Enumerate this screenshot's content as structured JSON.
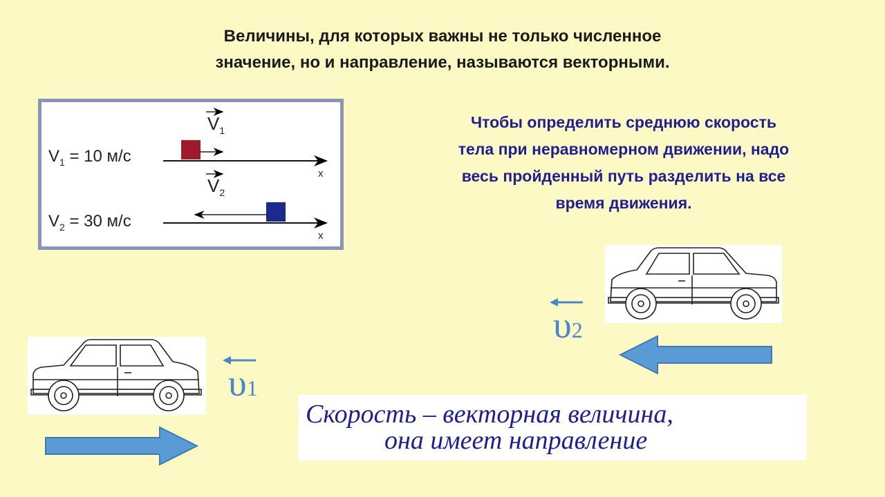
{
  "slide": {
    "title_line1": "Величины, для которых важны не только численное",
    "title_line2": "значение, но и направление, называются векторными.",
    "note_line1": "Чтобы определить среднюю скорость",
    "note_line2": "тела при неравномерном движении, надо",
    "note_line3": "весь пройденный путь разделить на все",
    "note_line4": "время движения.",
    "statement_line1": "Скорость – векторная величина,",
    "statement_line2": "она имеет направление"
  },
  "diagram": {
    "row1": {
      "label_main": "V",
      "label_sub": "1",
      "label_value": " = 10 м/с",
      "vector_main": "V",
      "vector_sub": "1",
      "axis": "x",
      "block_color": "#a01a2e"
    },
    "row2": {
      "label_main": "V",
      "label_sub": "2",
      "label_value": " = 30 м/с",
      "vector_main": "V",
      "vector_sub": "2",
      "axis": "x",
      "block_color": "#1a2a8f"
    }
  },
  "velocity_labels": {
    "v1": {
      "symbol": "υ",
      "sub": "1"
    },
    "v2": {
      "symbol": "υ",
      "sub": "2"
    }
  },
  "colors": {
    "accent_blue": "#4a86c8",
    "text_blue": "#1f1f8f",
    "background": "#fcf9c4"
  },
  "icons": {
    "car_left": "car-icon",
    "car_right": "car-icon",
    "arrow_right": "arrow-right-icon",
    "arrow_left": "arrow-left-icon"
  }
}
